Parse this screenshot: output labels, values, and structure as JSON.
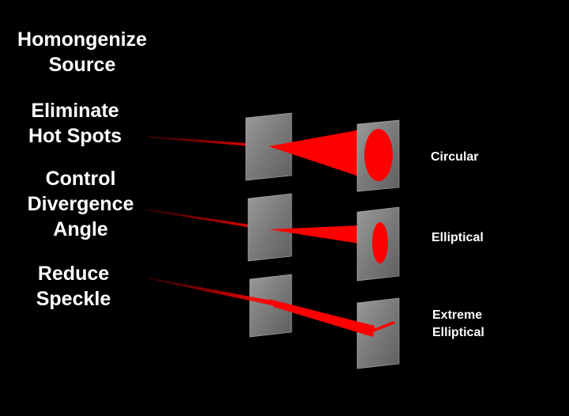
{
  "headings": {
    "homogenize": "Homongenize\nSource",
    "hot_spots": "Eliminate\nHot Spots",
    "divergence": "Control\nDivergence\nAngle",
    "speckle": "Reduce\nSpeckle"
  },
  "results": {
    "circular": "Circular",
    "elliptical": "Elliptical",
    "extreme": "Extreme\nElliptical"
  },
  "colors": {
    "background": "#000000",
    "beam": "#ff0000",
    "panel": "#8a8a8a"
  }
}
